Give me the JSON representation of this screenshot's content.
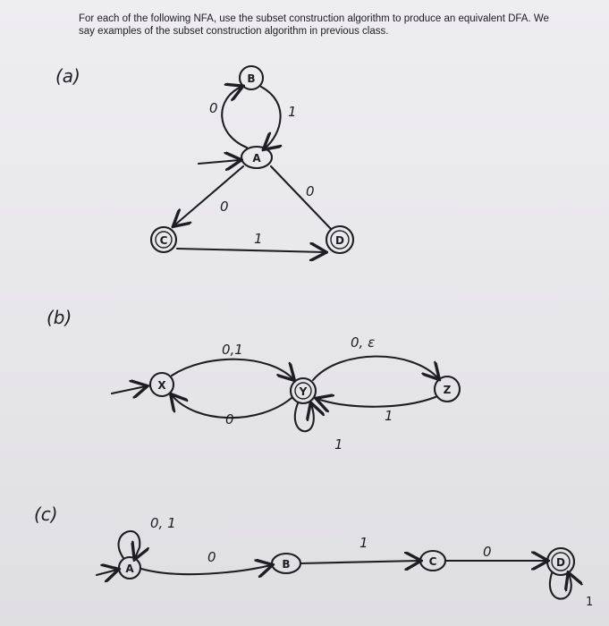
{
  "instructions": {
    "line1": "For each of the following NFA, use the subset construction algorithm to produce an equivalent DFA. We",
    "line2": "say examples of the subset construction algorithm in previous class."
  },
  "problems": [
    {
      "label": "(a)",
      "states": [
        "A",
        "B",
        "C",
        "D"
      ],
      "edge_labels": [
        "0",
        "1",
        "0",
        "0",
        "1"
      ]
    },
    {
      "label": "(b)",
      "states": [
        "X",
        "Y",
        "Z"
      ],
      "edge_labels": [
        "0,1",
        "0",
        "0, ε",
        "1",
        "1"
      ]
    },
    {
      "label": "(c)",
      "states": [
        "A",
        "B",
        "C",
        "D"
      ],
      "edge_labels": [
        "0, 1",
        "0",
        "1",
        "0",
        "1"
      ]
    }
  ]
}
